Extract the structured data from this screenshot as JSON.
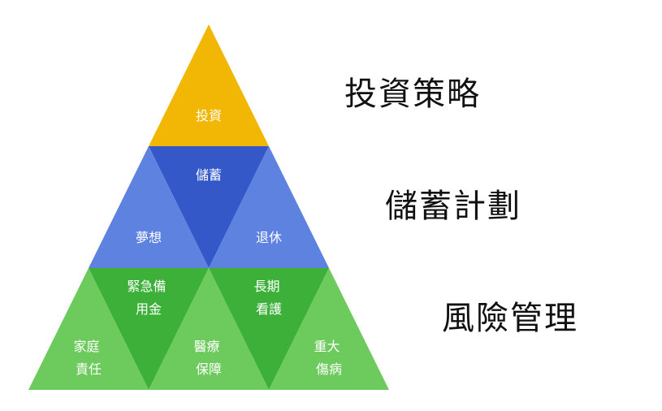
{
  "colors": {
    "invest": "#F2B705",
    "savings": "#3558C9",
    "savings_light": "#5E82E0",
    "risk": "#3DB03A",
    "risk_light": "#6CCB5C"
  },
  "titles": {
    "investment": "投資策略",
    "savings": "儲蓄計劃",
    "risk": "風險管理"
  },
  "cells": {
    "investment": [
      "投資"
    ],
    "savings_top": [
      "儲蓄"
    ],
    "dream": [
      "夢想"
    ],
    "retirement": [
      "退休"
    ],
    "emergency": [
      "緊急備",
      "用金"
    ],
    "longterm_care": [
      "長期",
      "看護"
    ],
    "family": [
      "家庭",
      "責任"
    ],
    "medical": [
      "醫療",
      "保障"
    ],
    "illness": [
      "重大",
      "傷病"
    ]
  }
}
